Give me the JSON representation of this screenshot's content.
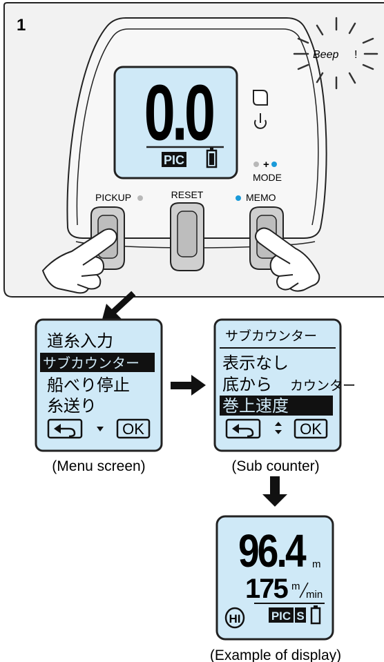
{
  "step": {
    "number": "1"
  },
  "device": {
    "display": {
      "value": "0.0",
      "mode": "PIC"
    },
    "beep": "Beep",
    "mode_hint": {
      "plus": "+",
      "label": "MODE"
    },
    "buttons": {
      "pickup": "PICKUP",
      "reset": "RESET",
      "memo": "MEMO"
    }
  },
  "menu_screen": {
    "items": [
      "道糸入力",
      "サブカウンター",
      "船べり停止",
      "糸送り"
    ],
    "selected_index": 1,
    "ok": "OK",
    "caption": "(Menu screen)"
  },
  "sub_counter_screen": {
    "title": "サブカウンター",
    "items": [
      "表示なし",
      "底から",
      "カウンター",
      "巻上速度"
    ],
    "ok": "OK",
    "caption": "(Sub counter)"
  },
  "example_display": {
    "depth": "96.4",
    "depth_unit": "m",
    "speed": "175",
    "speed_unit_top": "m",
    "speed_unit_bottom": "min",
    "hi": "HI",
    "pic": "PIC",
    "s": "S",
    "caption": "(Example of display)"
  },
  "colors": {
    "lcd": "#cfe9f7",
    "led_blue": "#1a9ad9",
    "led_gray": "#b8b8b8",
    "panel_bg": "#f2f2f2"
  }
}
